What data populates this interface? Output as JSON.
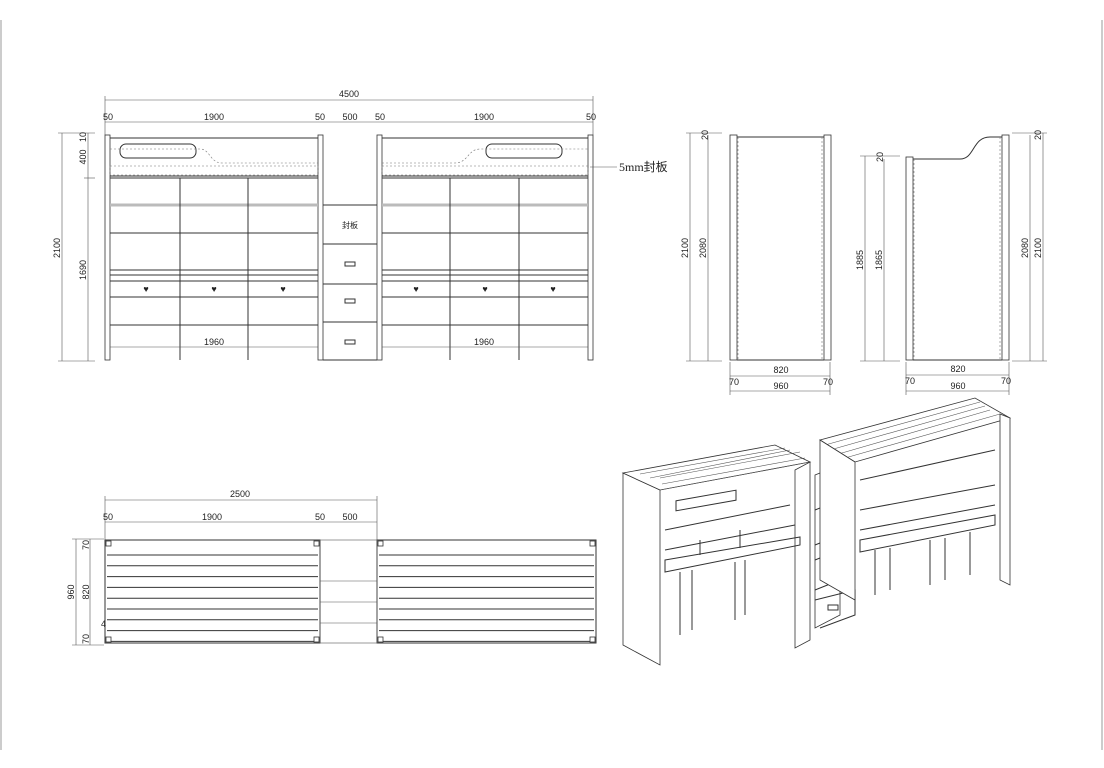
{
  "front_view": {
    "overall": "4500",
    "segments": [
      "50",
      "1900",
      "50",
      "500",
      "50",
      "1900",
      "50"
    ],
    "height_total": "2100",
    "height_parts": [
      "10",
      "400",
      "1690"
    ],
    "bottom_widths": [
      "1960",
      "1960"
    ],
    "stair_label": "封板",
    "callout": "5mm封板"
  },
  "side_view_1": {
    "heights": [
      "2100",
      "2080",
      "20"
    ],
    "widths": [
      "820",
      "70",
      "70",
      "960"
    ]
  },
  "side_view_2": {
    "left_heights": [
      "1885",
      "1865",
      "20"
    ],
    "right_heights": [
      "2080",
      "2100",
      "20"
    ],
    "widths": [
      "820",
      "70",
      "70",
      "960"
    ]
  },
  "plan_view": {
    "overall": "2500",
    "segments": [
      "50",
      "1900",
      "50",
      "500"
    ],
    "depth_total": "960",
    "depth_parts": [
      "70",
      "820",
      "70"
    ],
    "gap": "4"
  }
}
